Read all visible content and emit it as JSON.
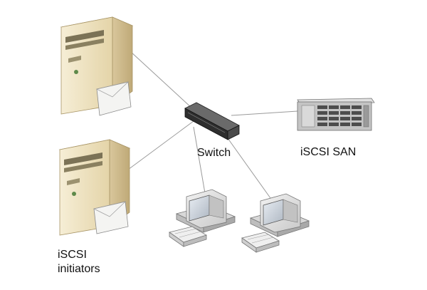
{
  "labels": {
    "switch": "Switch",
    "san": "iSCSI SAN",
    "initiators_line1": "iSCSI",
    "initiators_line2": "initiators"
  },
  "nodes": [
    {
      "id": "server-top",
      "kind": "server-icon"
    },
    {
      "id": "server-bottom",
      "kind": "server-icon"
    },
    {
      "id": "switch",
      "kind": "switch-icon"
    },
    {
      "id": "san",
      "kind": "storage-rack-icon"
    },
    {
      "id": "workstation-left",
      "kind": "workstation-icon"
    },
    {
      "id": "workstation-right",
      "kind": "workstation-icon"
    }
  ],
  "links": [
    {
      "from": "server-top",
      "to": "switch"
    },
    {
      "from": "server-bottom",
      "to": "switch"
    },
    {
      "from": "switch",
      "to": "san"
    },
    {
      "from": "switch",
      "to": "workstation-left"
    },
    {
      "from": "switch",
      "to": "workstation-right"
    }
  ],
  "colors": {
    "tower_front": "#efe3c2",
    "tower_side": "#cdb98c",
    "tower_top": "#f7f0dc",
    "line": "#9a9a9a",
    "switch_body": "#3a3a3a",
    "rack": "#bdbdbd"
  }
}
